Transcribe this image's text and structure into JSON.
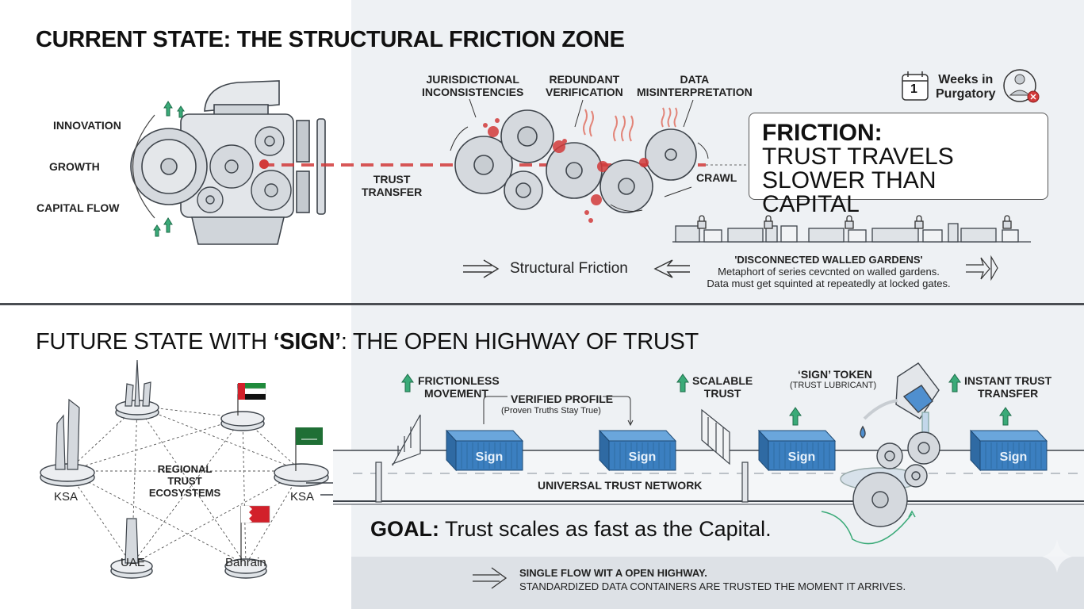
{
  "current_state": {
    "title": "CURRENT STATE: THE STRUCTURAL FRICTION ZONE",
    "engine_labels": [
      "INNOVATION",
      "GROWTH",
      "CAPITAL FLOW"
    ],
    "trust_transfer_label": [
      "TRUST",
      "TRANSFER"
    ],
    "friction_points": [
      {
        "line1": "JURISDICTIONAL",
        "line2": "INCONSISTENCIES"
      },
      {
        "line1": "REDUNDANT",
        "line2": "VERIFICATION"
      },
      {
        "line1": "DATA",
        "line2": "MISINTERPRETATION"
      }
    ],
    "crawl_label": "CRAWL",
    "weeks": {
      "calendar_number": "1",
      "line1": "Weeks in",
      "line2": "Purgatory"
    },
    "friction_box": {
      "heading": "FRICTION:",
      "line1": "TRUST TRAVELS",
      "line2": "SLOWER THAN CAPITAL"
    },
    "structural_friction": "Structural Friction",
    "walled_gardens": {
      "title": "'DISCONNECTED WALLED GARDENS'",
      "line1": "Metaphort of series cevcnted on walled gardens.",
      "line2": "Data must get squinted at repeatedly at locked gates."
    }
  },
  "future_state": {
    "title_prefix": "FUTURE STATE WITH ",
    "title_sign": "‘SIGN’",
    "title_suffix": ": THE OPEN HIGHWAY OF TRUST",
    "network": {
      "center_line1": "REGIONAL TRUST",
      "center_line2": "ECOSYSTEMS",
      "nodes": [
        "KSA",
        "UAE",
        "Bahrain",
        "KSA"
      ]
    },
    "benefits": [
      {
        "line1": "FRICTIONLESS",
        "line2": "MOVEMENT"
      },
      {
        "line1": "SCALABLE",
        "line2": "TRUST"
      },
      {
        "line1": "INSTANT TRUST",
        "line2": "TRANSFER"
      }
    ],
    "verified_profile": {
      "title": "VERIFIED PROFILE",
      "subtitle": "(Proven Truths Stay True)"
    },
    "token": {
      "title": "‘SIGN’ TOKEN",
      "subtitle": "(TRUST LUBRICANT)"
    },
    "container_label": "Sign",
    "road_label": "UNIVERSAL TRUST NETWORK",
    "goal": {
      "prefix": "GOAL:",
      "text": " Trust scales as fast as the Capital."
    },
    "footer": {
      "line1": "SINGLE FLOW WIT A OPEN HIGHWAY.",
      "line2": "STANDARDIZED DATA CONTAINERS ARE TRUSTED THE MOMENT IT ARRIVES."
    }
  },
  "colors": {
    "friction_red": "#d23a3a",
    "growth_green": "#3aaa78",
    "container_blue": "#3b7fc0",
    "uae_green": "#1f8a3b",
    "bahrain_red": "#d2202a",
    "panel_gray": "#eef1f4"
  }
}
